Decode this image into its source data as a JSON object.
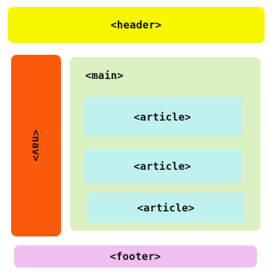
{
  "diagram": {
    "header": {
      "label": "<header>",
      "color": "#f7f700"
    },
    "nav": {
      "label": "<nav>",
      "color": "#fb5a0b"
    },
    "main": {
      "label": "<main>",
      "color": "#dbf0c3"
    },
    "articles": [
      {
        "label": "<article>"
      },
      {
        "label": "<article>"
      },
      {
        "label": "<article>"
      }
    ],
    "article_color": "#bff2ef",
    "footer": {
      "label": "<footer>",
      "color": "#f0c0f0"
    }
  }
}
